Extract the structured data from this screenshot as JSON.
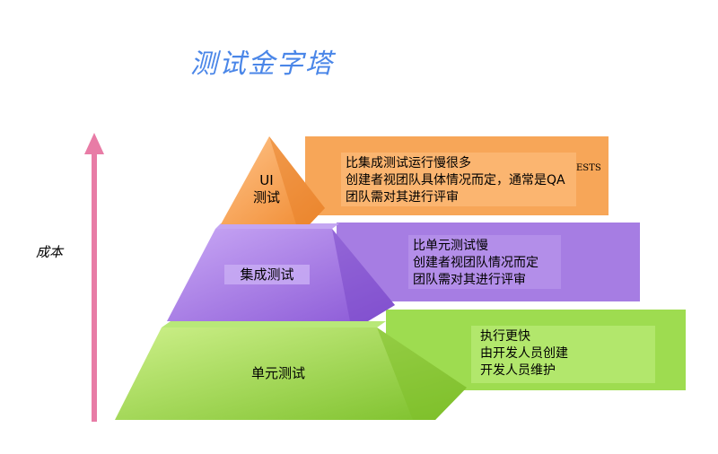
{
  "title": "测试金字塔",
  "axis": {
    "label": "成本",
    "arrow_color": "#e87ca6"
  },
  "layers": [
    {
      "id": "ui",
      "label": "UI\n测试",
      "label_lines": [
        "UI",
        "测试"
      ],
      "color": "#f4a35c",
      "description": [
        "比集成测试运行慢很多",
        "创建者视团队具体情况而定，通常是QA",
        "团队需对其进行评审"
      ]
    },
    {
      "id": "integration",
      "label": "集成测试",
      "color": "#a176e0",
      "description": [
        "比单元测试慢",
        "创建者视团队情况而定",
        "团队需对其进行评审"
      ]
    },
    {
      "id": "unit",
      "label": "单元测试",
      "color": "#98d44a",
      "description": [
        "执行更快",
        "由开发人员创建",
        "开发人员维护"
      ]
    }
  ],
  "partial_text": "ESTS"
}
